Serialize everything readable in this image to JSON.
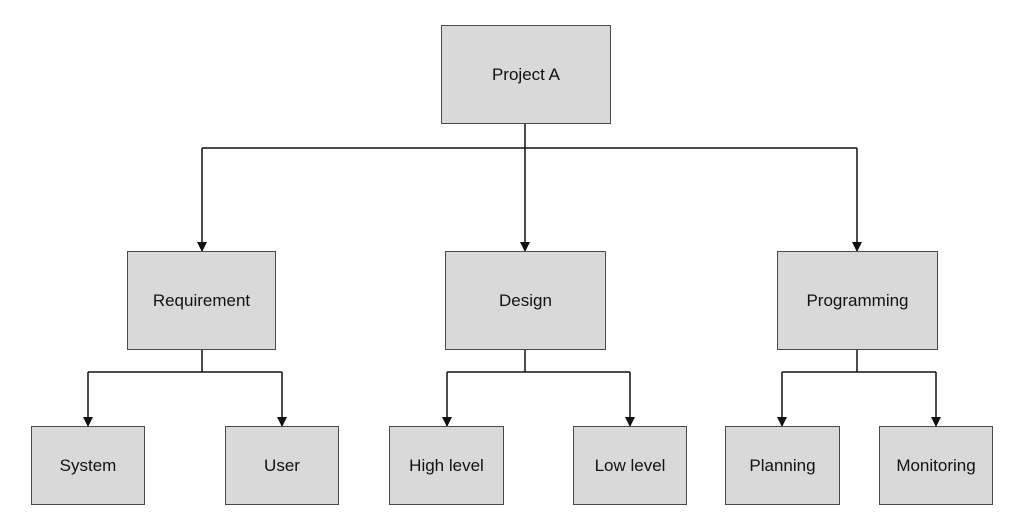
{
  "diagram": {
    "root": {
      "label": "Project A"
    },
    "children": [
      {
        "label": "Requirement",
        "children": [
          {
            "label": "System"
          },
          {
            "label": "User"
          }
        ]
      },
      {
        "label": "Design",
        "children": [
          {
            "label": "High level"
          },
          {
            "label": "Low level"
          }
        ]
      },
      {
        "label": "Programming",
        "children": [
          {
            "label": "Planning"
          },
          {
            "label": "Monitoring"
          }
        ]
      }
    ],
    "colors": {
      "node_fill": "#d9d9d9",
      "node_border": "#4a4a4a",
      "connector": "#111111"
    }
  }
}
